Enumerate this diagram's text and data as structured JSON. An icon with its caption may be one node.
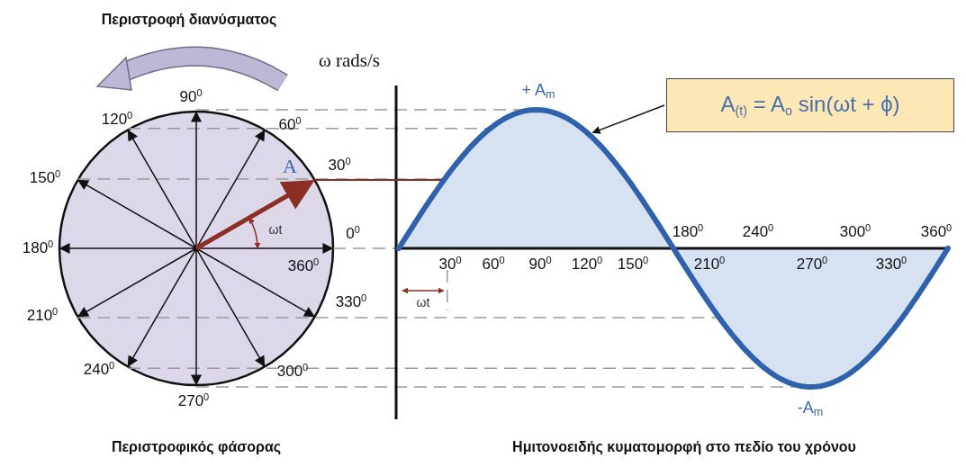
{
  "diagram": {
    "nodes": [
      {
        "text": [
          "A$_{(t)}$ = A$_{o}$ sin(ωt + ϕ)"
        ]
      },
      {
        "text": [],
        "shape": "curve"
      }
    ],
    "edges": [
      {
        "from": 0,
        "to": 1,
        "arrow": "to"
      }
    ],
    "labels": [
      "Περιστροφή διανύσματος",
      "ω rads/s",
      "90$^{0}$",
      "120$^{0}$",
      "60$^{0}$",
      "+ A$_{m}$",
      "A",
      "30$^{0}$",
      "150$^{0}$",
      "ωt",
      "0$^{0}$",
      "180$^{0}$",
      "180$^{0}$",
      "240$^{0}$",
      "300$^{0}$",
      "360$^{0}$",
      "360$^{0}$",
      "30$^{0}$",
      "60$^{0}$",
      "90$^{0}$",
      "120$^{0}$",
      "150$^{0}$",
      "210$^{0}$",
      "270$^{0}$",
      "330$^{0}$",
      "330$^{0}$",
      "ωt",
      "210$^{0}$",
      "240$^{0}$",
      "300$^{0}$",
      "270$^{0}$",
      "-A$_{m}$",
      "Περιστροφικός φάσορας",
      "Ημιτονοειδής κυματομορφή στο πεδίο του χρόνου"
    ]
  }
}
